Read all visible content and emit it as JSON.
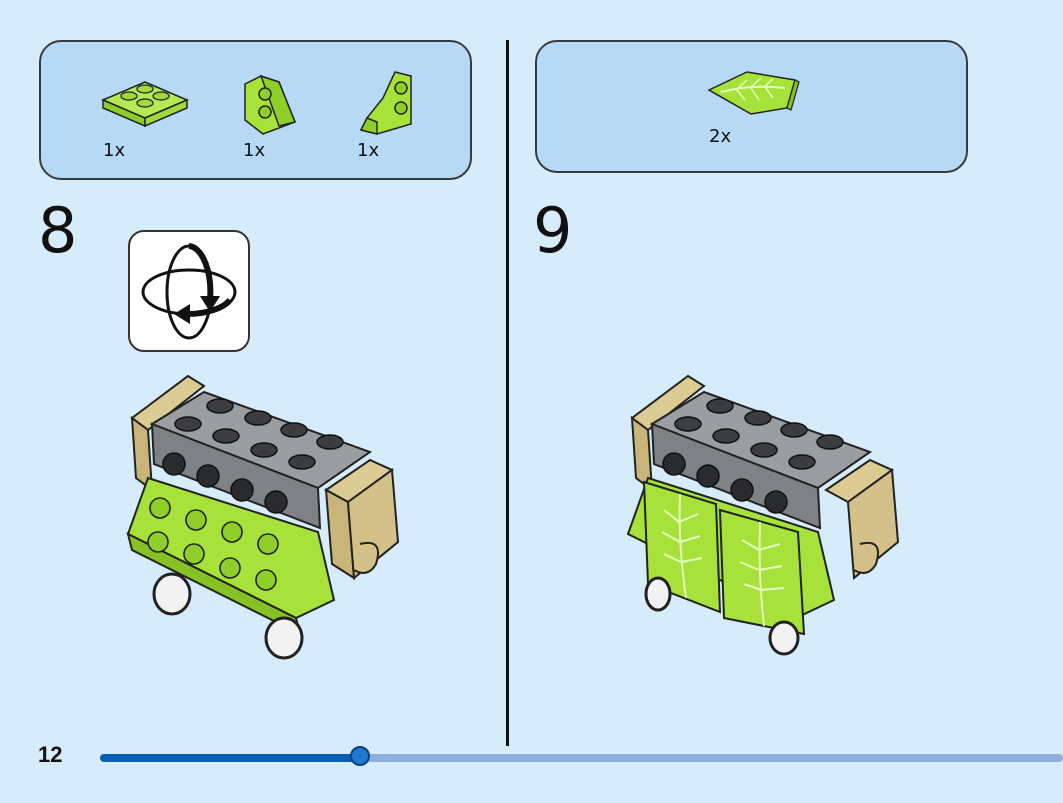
{
  "page": {
    "number": "12",
    "progress_fraction": 0.27
  },
  "step8": {
    "number": "8",
    "parts": [
      {
        "icon": "lime-plate-2x2-icon",
        "qty": "1x"
      },
      {
        "icon": "lime-wedge-plate-icon",
        "qty": "1x"
      },
      {
        "icon": "lime-wedge-plate-with-clip-icon",
        "qty": "1x"
      }
    ],
    "rotate_icon": "rotate-model-icon"
  },
  "step9": {
    "number": "9",
    "parts": [
      {
        "icon": "lime-leaf-tile-icon",
        "qty": "2x"
      }
    ]
  },
  "colors": {
    "background": "#d6ecfb",
    "parts_box": "#b6daf5",
    "lime": "#a6e23a",
    "tan": "#d4c18a",
    "gray": "#8c8f94",
    "progress": "#0b5fb3"
  }
}
